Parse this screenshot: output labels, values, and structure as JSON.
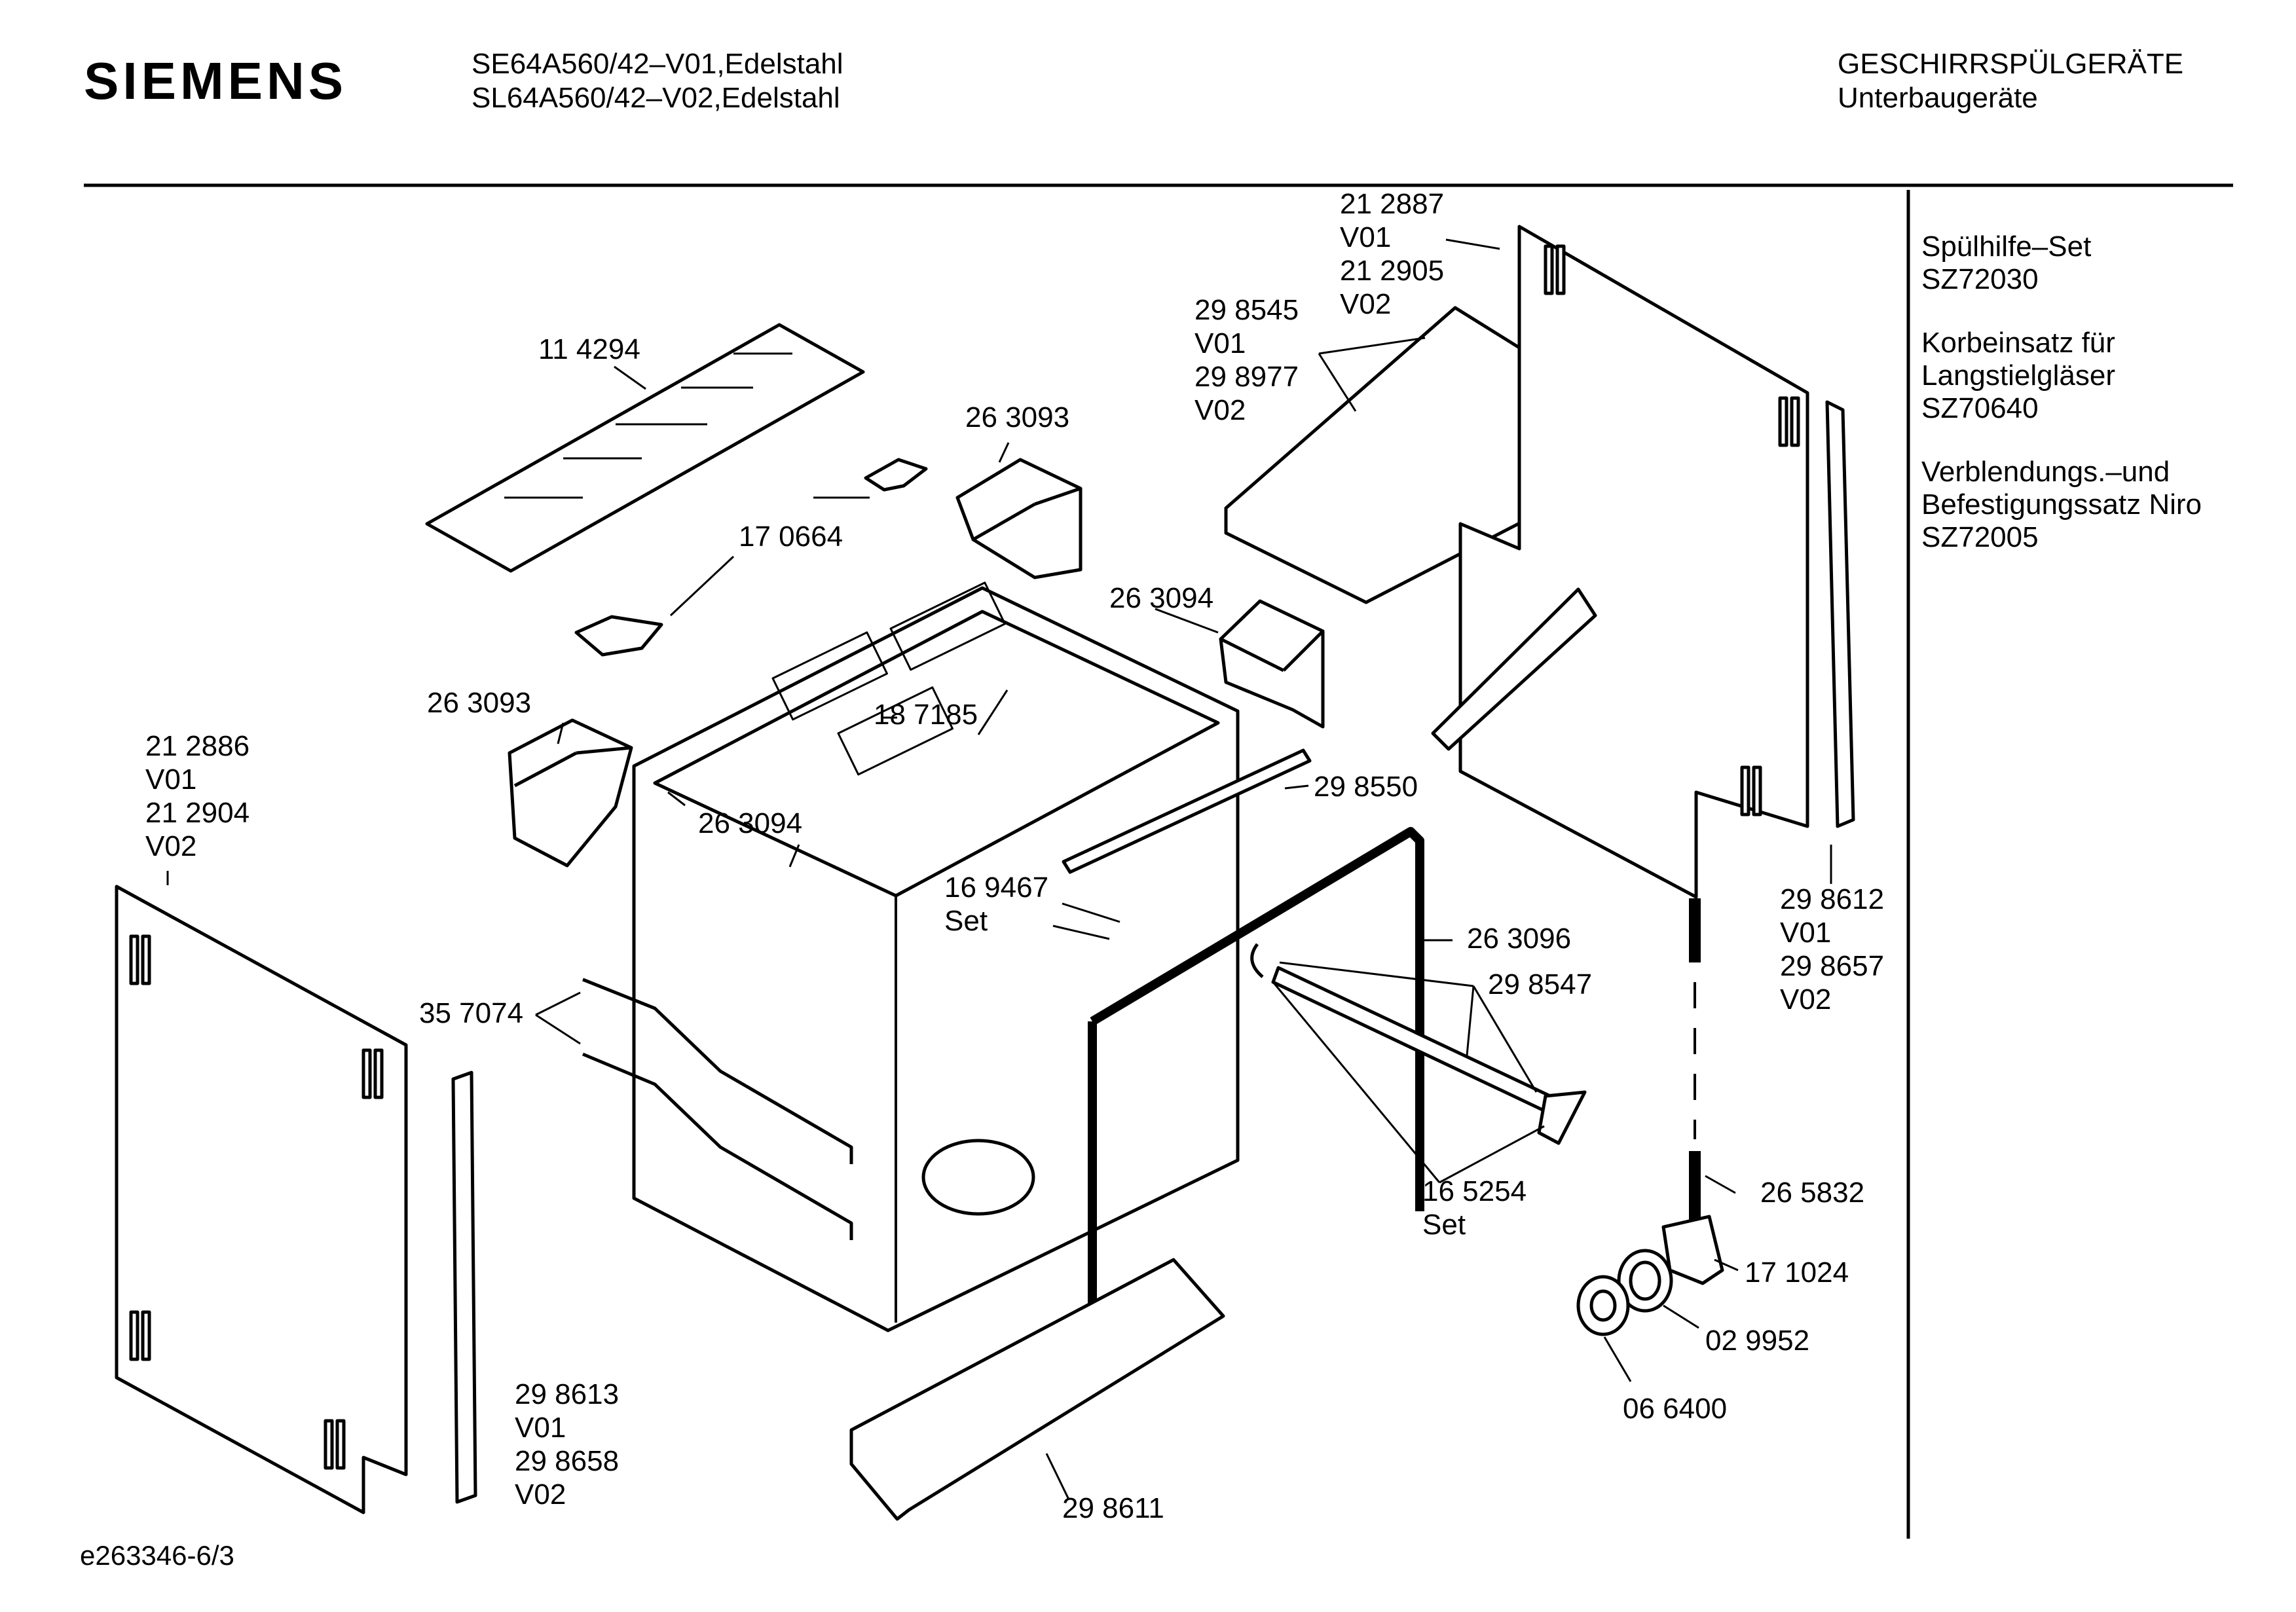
{
  "header": {
    "brand": "SIEMENS",
    "models": [
      "SE64A560/42–V01,Edelstahl",
      "SL64A560/42–V02,Edelstahl"
    ],
    "category": "GESCHIRRSPÜLGERÄTE",
    "subcategory": "Unterbaugeräte"
  },
  "accessories": [
    {
      "name": "Spülhilfe–Set",
      "code": "SZ72030"
    },
    {
      "name": "Korbeinsatz für Langstielgläser",
      "name_lines": [
        "Korbeinsatz für",
        "Langstielgläser"
      ],
      "code": "SZ70640"
    },
    {
      "name": "Verblendungs.–und Befestigungssatz Niro",
      "name_lines": [
        "Verblendungs.–und",
        "Befestigungssatz Niro"
      ],
      "code": "SZ72005"
    }
  ],
  "parts": [
    {
      "id": "p_212887",
      "lines": [
        "21 2887",
        "V01",
        "21 2905",
        "V02"
      ]
    },
    {
      "id": "p_298545",
      "lines": [
        "29 8545",
        "V01",
        "29 8977",
        "V02"
      ]
    },
    {
      "id": "p_114294",
      "lines": [
        "11 4294"
      ]
    },
    {
      "id": "p_263093a",
      "lines": [
        "26 3093"
      ]
    },
    {
      "id": "p_170664",
      "lines": [
        "17 0664"
      ]
    },
    {
      "id": "p_263094a",
      "lines": [
        "26 3094"
      ]
    },
    {
      "id": "p_263093b",
      "lines": [
        "26 3093"
      ]
    },
    {
      "id": "p_187185",
      "lines": [
        "18 7185"
      ]
    },
    {
      "id": "p_212886",
      "lines": [
        "21 2886",
        "V01",
        "21 2904",
        "V02"
      ]
    },
    {
      "id": "p_298550",
      "lines": [
        "29 8550"
      ]
    },
    {
      "id": "p_263094b",
      "lines": [
        "26 3094"
      ]
    },
    {
      "id": "p_169467",
      "lines": [
        "16 9467",
        "Set"
      ]
    },
    {
      "id": "p_263096",
      "lines": [
        "26 3096"
      ]
    },
    {
      "id": "p_298612",
      "lines": [
        "29 8612",
        "V01",
        "29 8657",
        "V02"
      ]
    },
    {
      "id": "p_357074",
      "lines": [
        "35 7074"
      ]
    },
    {
      "id": "p_298547",
      "lines": [
        "29 8547"
      ]
    },
    {
      "id": "p_165254",
      "lines": [
        "16 5254",
        "Set"
      ]
    },
    {
      "id": "p_265832",
      "lines": [
        "26 5832"
      ]
    },
    {
      "id": "p_171024",
      "lines": [
        "17 1024"
      ]
    },
    {
      "id": "p_029952",
      "lines": [
        "02 9952"
      ]
    },
    {
      "id": "p_066400",
      "lines": [
        "06 6400"
      ]
    },
    {
      "id": "p_298613",
      "lines": [
        "29 8613",
        "V01",
        "29 8658",
        "V02"
      ]
    },
    {
      "id": "p_298611",
      "lines": [
        "29 8611"
      ]
    }
  ],
  "footer": {
    "code": "e263346-6/3"
  }
}
